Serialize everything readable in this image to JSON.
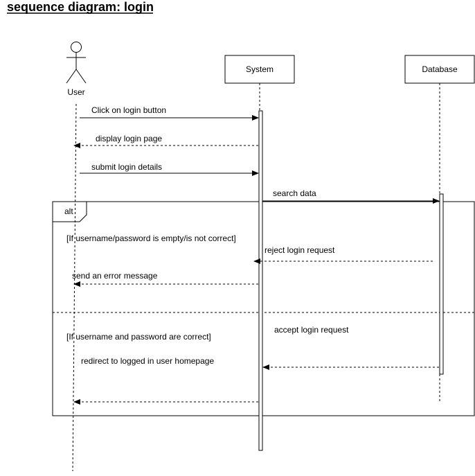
{
  "title": "sequence diagram: login",
  "participants": {
    "user": "User",
    "system": "System",
    "database": "Database"
  },
  "messages": {
    "m1": "Click on login button",
    "m2": "display login page",
    "m3": "submit login details",
    "m4": "search data",
    "m5": "reject login request",
    "m6": "send an error message",
    "m7": "accept login request",
    "m8": "redirect to logged in user homepage"
  },
  "fragment": {
    "operator": "alt",
    "guard1": "[If username/password is empty/is not correct]",
    "guard2": "[If username and password are correct]"
  }
}
